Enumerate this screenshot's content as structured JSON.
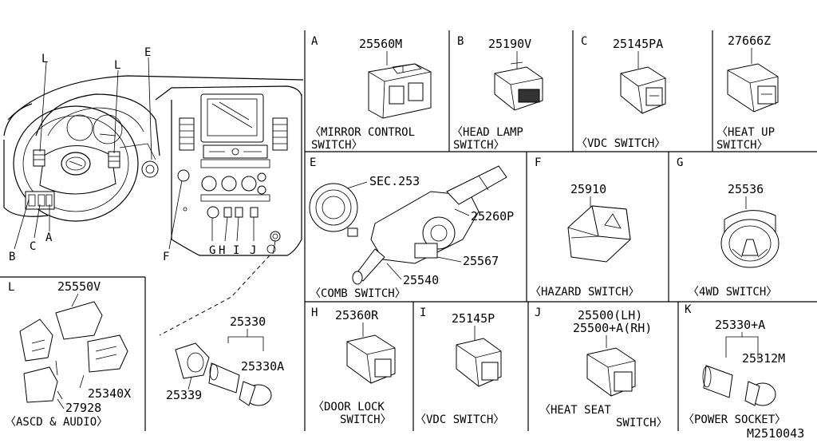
{
  "diagram_id": "M2510043",
  "overview": {
    "callouts": {
      "L1": "L",
      "L2": "L",
      "E": "E",
      "B": "B",
      "C": "C",
      "A": "A",
      "F": "F",
      "G": "G",
      "H": "H",
      "I": "I",
      "J": "J"
    }
  },
  "panels": {
    "A": {
      "letter": "A",
      "part": "25560M",
      "caption1": "〈MIRROR  CONTROL",
      "caption2": "SWITCH〉"
    },
    "B": {
      "letter": "B",
      "part": "25190V",
      "caption1": "〈HEAD LAMP",
      "caption2": "SWITCH〉"
    },
    "C": {
      "letter": "C",
      "part": "25145PA",
      "caption1": "〈VDC SWITCH〉"
    },
    "D": {
      "part": "27666Z",
      "caption1": "〈HEAT UP",
      "caption2": "SWITCH〉"
    },
    "E": {
      "letter": "E",
      "parts": [
        "SEC.253",
        "25260P",
        "25567",
        "25540"
      ],
      "caption1": "〈COMB SWITCH〉"
    },
    "F": {
      "letter": "F",
      "part": "25910",
      "caption1": "〈HAZARD SWITCH〉"
    },
    "G": {
      "letter": "G",
      "part": "25536",
      "caption1": "〈4WD SWITCH〉"
    },
    "L": {
      "letter": "L",
      "parts": [
        "25550V",
        "25340X",
        "27928"
      ],
      "caption1": "〈ASCD & AUDIO〉"
    },
    "socket": {
      "parts": [
        "25330",
        "25330A",
        "25339"
      ]
    },
    "H": {
      "letter": "H",
      "part": "25360R",
      "caption1": "〈DOOR LOCK",
      "caption2": "SWITCH〉"
    },
    "I": {
      "letter": "I",
      "part": "25145P",
      "caption1": "〈VDC SWITCH〉"
    },
    "J": {
      "letter": "J",
      "part1": "25500(LH)",
      "part2": "25500+A(RH)",
      "caption1": "〈HEAT SEAT",
      "caption2": "SWITCH〉"
    },
    "K": {
      "letter": "K",
      "part1": "25330+A",
      "part2": "25312M",
      "caption1": "〈POWER SOCKET〉"
    }
  }
}
